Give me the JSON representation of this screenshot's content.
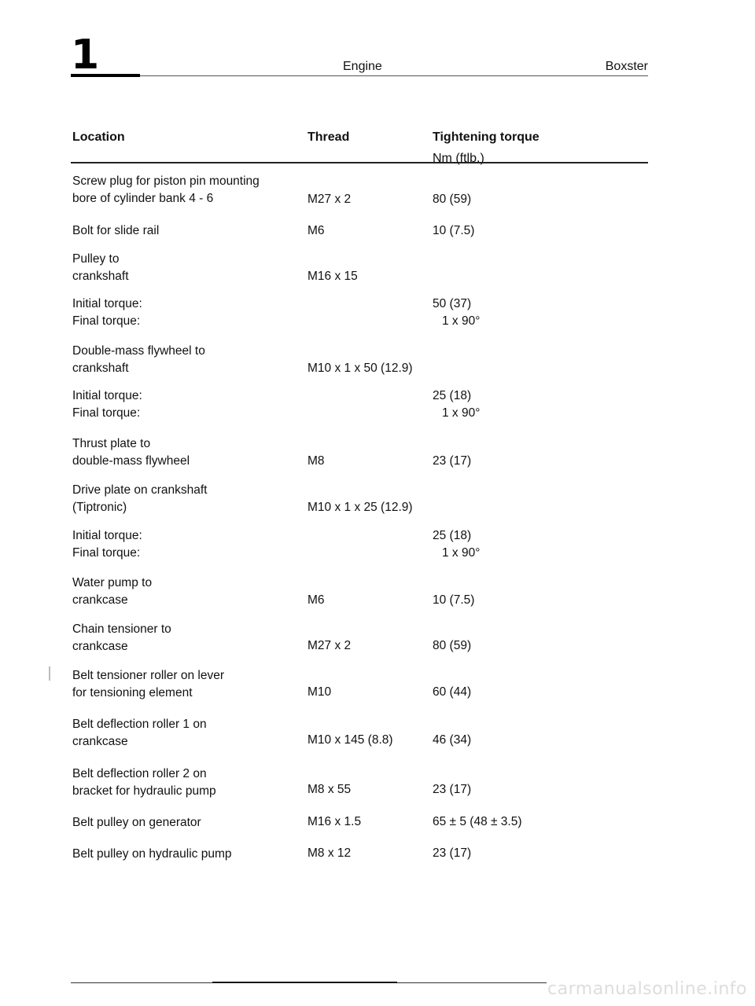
{
  "header": {
    "chapter_number": "1",
    "section": "Engine",
    "model": "Boxster"
  },
  "table": {
    "columns": {
      "location": "Location",
      "thread": "Thread",
      "torque": "Tightening torque",
      "torque_unit": "Nm (ftlb.)"
    },
    "rows": [
      {
        "location": [
          "Screw plug for piston pin mounting",
          "bore of cylinder bank 4 - 6"
        ],
        "thread": "M27 x 2",
        "torque": "80 (59)"
      },
      {
        "location": [
          "Bolt for slide rail"
        ],
        "thread": "M6",
        "torque": "10  (7.5)"
      },
      {
        "location": [
          "Pulley to",
          "crankshaft"
        ],
        "thread": "M16 x 15",
        "torque": ""
      },
      {
        "location": [
          "Initial torque:",
          "Final torque:"
        ],
        "thread": "",
        "torque": [
          "50 (37)",
          "1 x 90°"
        ]
      },
      {
        "location": [
          "Double-mass flywheel to",
          "crankshaft"
        ],
        "thread": "M10 x 1 x 50 (12.9)",
        "torque": ""
      },
      {
        "location": [
          "Initial torque:",
          "Final torque:"
        ],
        "thread": "",
        "torque": [
          "25 (18)",
          "1 x 90°"
        ]
      },
      {
        "location": [
          "Thrust plate to",
          "double-mass flywheel"
        ],
        "thread": "M8",
        "torque": "23 (17)"
      },
      {
        "location": [
          "Drive plate on crankshaft",
          "(Tiptronic)"
        ],
        "thread": "M10 x 1 x 25 (12.9)",
        "torque": ""
      },
      {
        "location": [
          "Initial torque:",
          "Final torque:"
        ],
        "thread": "",
        "torque": [
          "25 (18)",
          "1 x 90°"
        ]
      },
      {
        "location": [
          "Water pump to",
          "crankcase"
        ],
        "thread": "M6",
        "torque": "10  (7.5)"
      },
      {
        "location": [
          "Chain tensioner to",
          "crankcase"
        ],
        "thread": "M27 x 2",
        "torque": "80 (59)"
      },
      {
        "location": [
          "Belt tensioner roller on lever",
          "for tensioning element"
        ],
        "thread": "M10",
        "torque": "60 (44)"
      },
      {
        "location": [
          "Belt deflection roller 1 on",
          "crankcase"
        ],
        "thread": "M10 x 145 (8.8)",
        "torque": "46 (34)"
      },
      {
        "location": [
          "Belt deflection roller 2 on",
          "bracket for hydraulic pump"
        ],
        "thread": "M8 x 55",
        "torque": "23 (17)"
      },
      {
        "location": [
          "Belt pulley on generator"
        ],
        "thread": "M16 x 1.5",
        "torque": "65 ± 5 (48 ± 3.5)"
      },
      {
        "location": [
          "Belt pulley on hydraulic pump"
        ],
        "thread": "M8 x 12",
        "torque": "23 (17)"
      }
    ]
  },
  "footer": {
    "watermark": "carmanualsonline.info"
  }
}
